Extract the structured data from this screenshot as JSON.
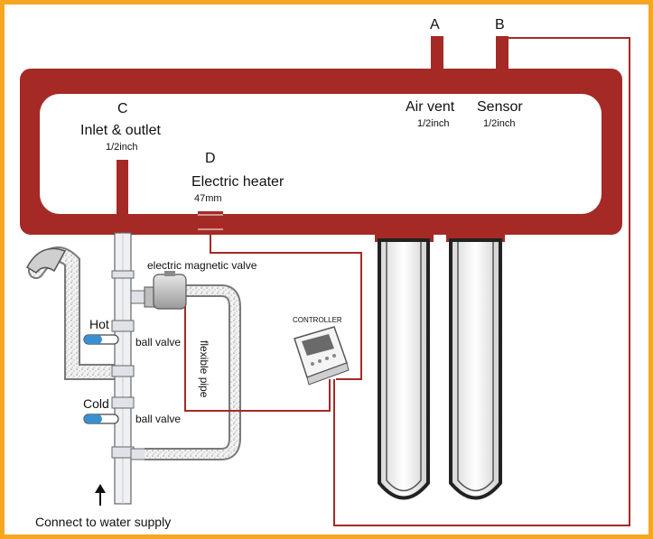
{
  "labels": {
    "a": "A",
    "b": "B",
    "air_vent": "Air vent",
    "air_vent_size": "1/2inch",
    "sensor": "Sensor",
    "sensor_size": "1/2inch",
    "c": "C",
    "inlet_outlet": "Inlet & outlet",
    "inlet_outlet_size": "1/2inch",
    "d": "D",
    "electric_heater": "Electric heater",
    "heater_size": "47mm",
    "magnetic_valve": "electric magnetic valve",
    "hot": "Hot",
    "cold": "Cold",
    "ball_valve_hot": "ball valve",
    "ball_valve_cold": "ball valve",
    "flexible_pipe": "flexible pipe",
    "controller": "CONTROLLER",
    "water_supply": "Connect to water supply"
  },
  "colors": {
    "tank": "#a52a25",
    "frame": "#f5a623",
    "wire": "#a52a25",
    "pipe": "#e0e4ea",
    "valve_handle": "#3a8fd0"
  }
}
